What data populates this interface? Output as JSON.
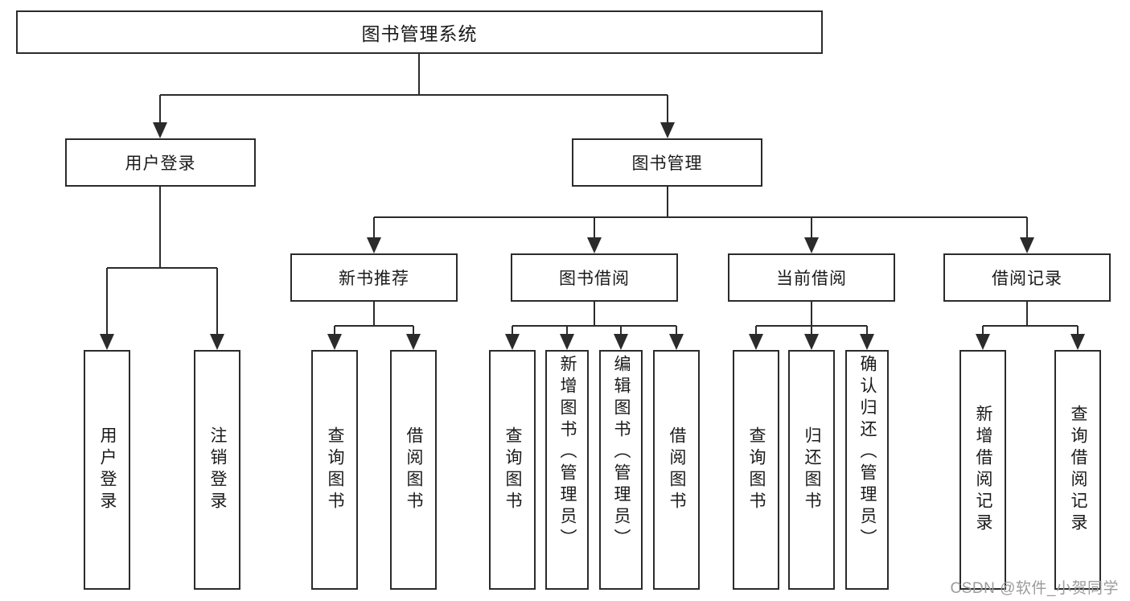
{
  "diagram": {
    "title": "图书管理系统",
    "type": "tree",
    "watermark": "CSDN @软件_小贺同学",
    "colors": {
      "stroke": "#2b2b2b",
      "box_fill": "#ffffff",
      "text": "#1a1a1a",
      "watermark": "#9b9b9b",
      "background": "#ffffff"
    },
    "root": {
      "label": "图书管理系统"
    },
    "level2": [
      {
        "id": "user-login",
        "label": "用户登录"
      },
      {
        "id": "book-manage",
        "label": "图书管理"
      }
    ],
    "level3": [
      {
        "id": "new-book-rec",
        "label": "新书推荐",
        "parent": "book-manage"
      },
      {
        "id": "book-borrow",
        "label": "图书借阅",
        "parent": "book-manage"
      },
      {
        "id": "current-borrow",
        "label": "当前借阅",
        "parent": "book-manage"
      },
      {
        "id": "borrow-record",
        "label": "借阅记录",
        "parent": "book-manage"
      }
    ],
    "leaves": [
      {
        "id": "leaf-user-login",
        "label": "用户登录",
        "parent": "user-login",
        "align": "center"
      },
      {
        "id": "leaf-user-logout",
        "label": "注销登录",
        "parent": "user-login",
        "align": "center"
      },
      {
        "id": "leaf-query-book-1",
        "label": "查询图书",
        "parent": "new-book-rec",
        "align": "center"
      },
      {
        "id": "leaf-borrow-book-1",
        "label": "借阅图书",
        "parent": "new-book-rec",
        "align": "center"
      },
      {
        "id": "leaf-query-book-2",
        "label": "查询图书",
        "parent": "book-borrow",
        "align": "center"
      },
      {
        "id": "leaf-add-book",
        "label": "新增图书（管理员）",
        "parent": "book-borrow",
        "align": "top"
      },
      {
        "id": "leaf-edit-book",
        "label": "编辑图书（管理员）",
        "parent": "book-borrow",
        "align": "top"
      },
      {
        "id": "leaf-borrow-book-2",
        "label": "借阅图书",
        "parent": "book-borrow",
        "align": "center"
      },
      {
        "id": "leaf-query-book-3",
        "label": "查询图书",
        "parent": "current-borrow",
        "align": "center"
      },
      {
        "id": "leaf-return-book",
        "label": "归还图书",
        "parent": "current-borrow",
        "align": "center"
      },
      {
        "id": "leaf-confirm-return",
        "label": "确认归还（管理员）",
        "parent": "current-borrow",
        "align": "top"
      },
      {
        "id": "leaf-add-record",
        "label": "新增借阅记录",
        "parent": "borrow-record",
        "align": "center"
      },
      {
        "id": "leaf-query-record",
        "label": "查询借阅记录",
        "parent": "borrow-record",
        "align": "center"
      }
    ]
  }
}
